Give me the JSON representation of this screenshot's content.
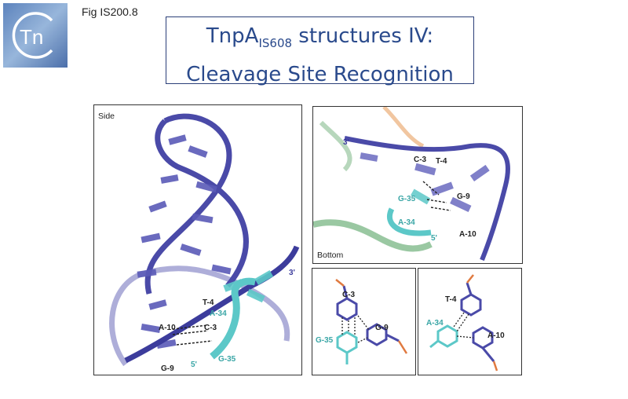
{
  "fig_label": "Fig IS200.8",
  "logo_text": "Tn",
  "title": {
    "line1_main": "TnpA",
    "line1_sub": "IS608",
    "line1_rest": " structures IV:",
    "line2": "Cleavage Site Recognition"
  },
  "panels": {
    "side": {
      "label": "Side",
      "annotations": [
        "3'",
        "T-4",
        "A-34",
        "A-10",
        "C-3",
        "G-9",
        "5'",
        "G-35"
      ]
    },
    "bottom": {
      "label": "Bottom",
      "annotations": [
        "3'",
        "C-3",
        "T-4",
        "G-35",
        "G-9",
        "A-34",
        "5'",
        "A-10"
      ]
    },
    "pair1": {
      "annotations": [
        "C-3",
        "G-9",
        "G-35"
      ]
    },
    "pair2": {
      "annotations": [
        "T-4",
        "A-34",
        "A-10"
      ]
    }
  },
  "colors": {
    "title": "#2a4a8c",
    "dna_strand": "#4a4aa8",
    "dna_light": "#9a9ad0",
    "target_strand": "#5cc8c8",
    "protein_green": "#6fb07a",
    "protein_orange": "#e8a060"
  }
}
